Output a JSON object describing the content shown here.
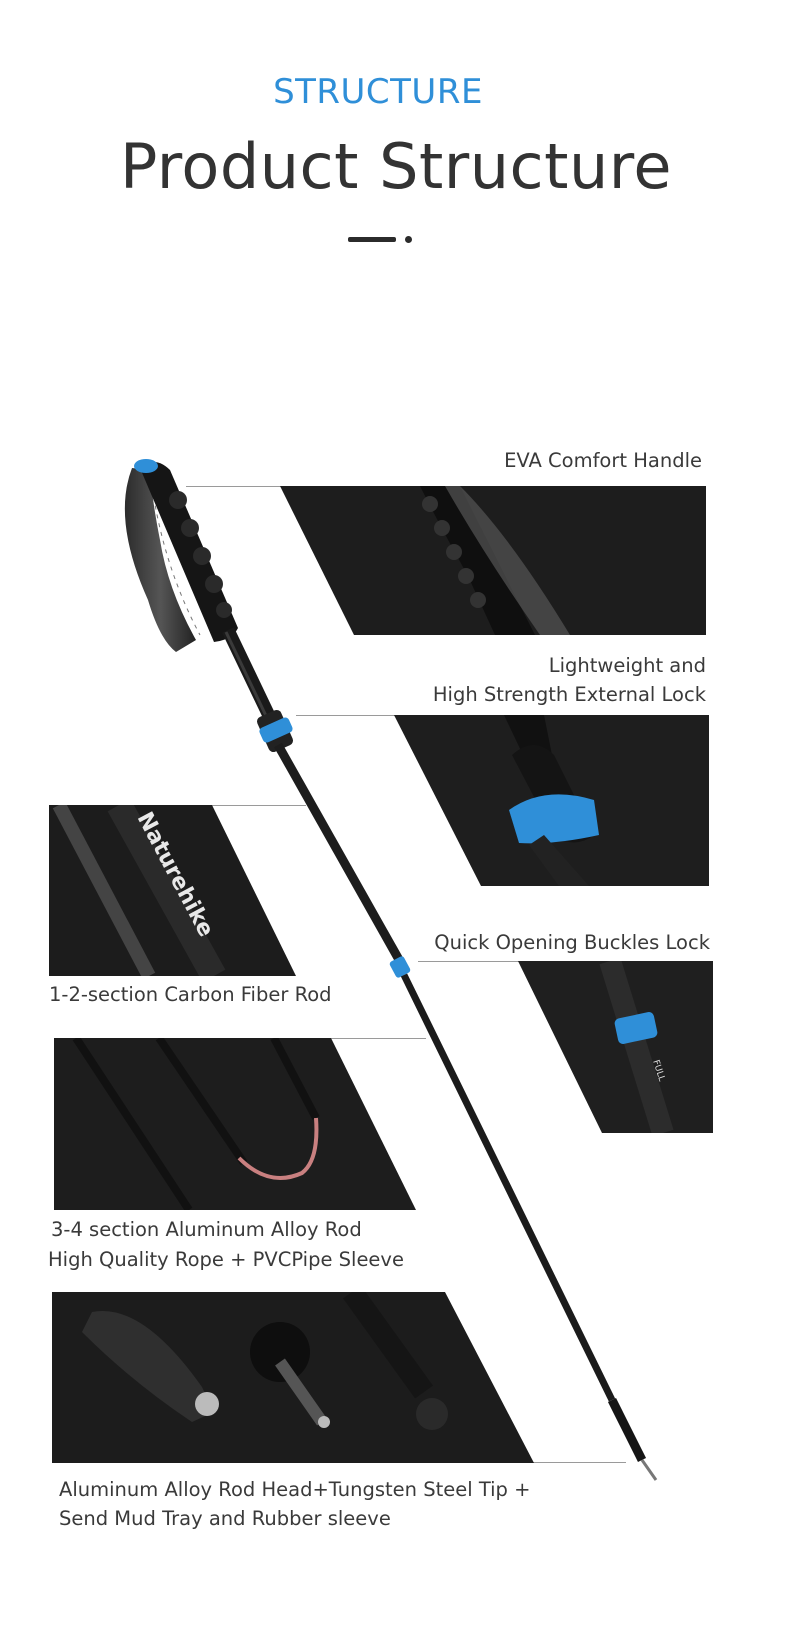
{
  "header": {
    "kicker": "STRUCTURE",
    "title": "Product Structure"
  },
  "features": [
    {
      "name": "eva-handle",
      "lines": [
        "EVA Comfort Handle"
      ]
    },
    {
      "name": "external-lock",
      "lines": [
        "Lightweight and",
        "High Strength External Lock"
      ]
    },
    {
      "name": "carbon-rod",
      "lines": [
        "1-2-section Carbon Fiber Rod"
      ]
    },
    {
      "name": "quick-buckle",
      "lines": [
        "Quick Opening Buckles Lock"
      ]
    },
    {
      "name": "aluminum-rod",
      "lines": [
        "3-4 section Aluminum Alloy Rod",
        "High Quality Rope + PVCPipe Sleeve"
      ]
    },
    {
      "name": "rod-head",
      "lines": [
        "Aluminum Alloy Rod Head+Tungsten Steel Tip +",
        "Send Mud Tray and Rubber sleeve"
      ]
    }
  ],
  "brand": {
    "logo_text": "Naturehike",
    "scale_text": "FULL"
  },
  "colors": {
    "accent": "#2f8fd8",
    "text": "#333333",
    "panel_dark": "#1c1c1c"
  }
}
